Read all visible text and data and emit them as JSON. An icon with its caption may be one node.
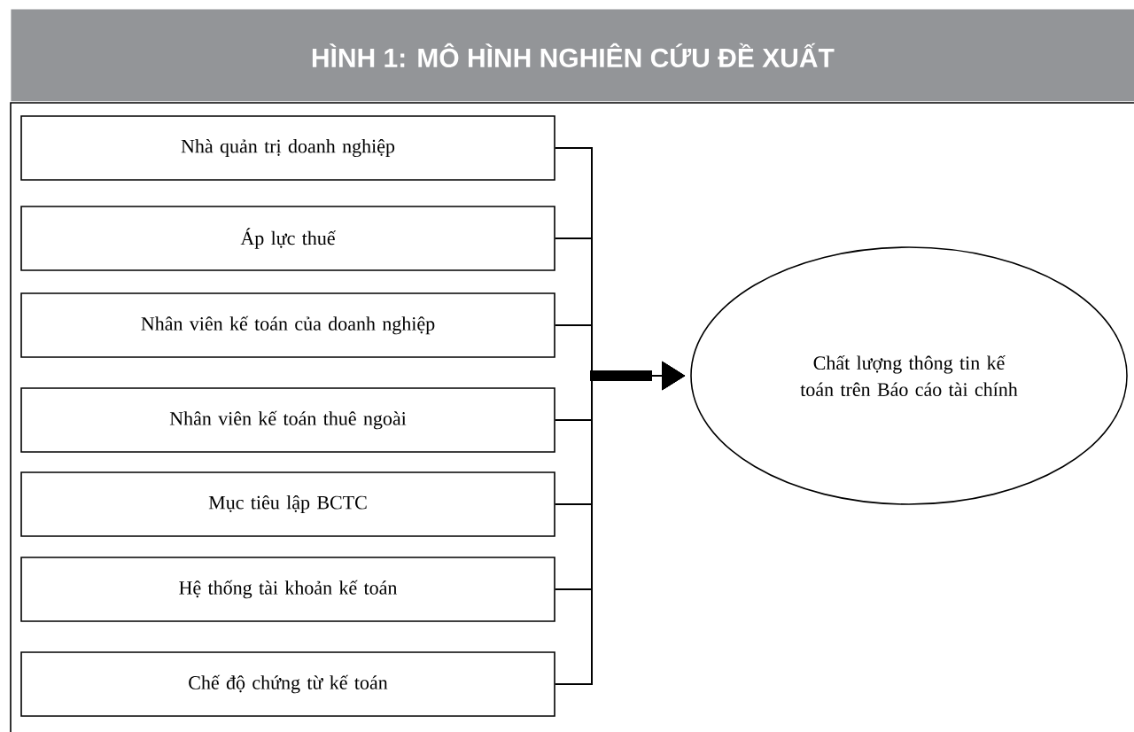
{
  "diagram": {
    "title": "HÌNH 1: MÔ HÌNH NGHIÊN CỨU ĐỀ XUẤT",
    "nodes": [
      {
        "text": [
          "Nhà quản trị doanh nghiệp"
        ]
      },
      {
        "text": [
          "Áp lực thuế"
        ]
      },
      {
        "text": [
          "Nhân viên kế toán của doanh nghiệp"
        ]
      },
      {
        "text": [
          "Nhân viên kế toán thuê ngoài"
        ]
      },
      {
        "text": [
          "Mục tiêu lập BCTC"
        ]
      },
      {
        "text": [
          "Hệ thống tài khoản kế toán"
        ]
      },
      {
        "text": [
          "Chế độ chứng từ kế toán"
        ]
      },
      {
        "text": [
          "Chất lượng thông tin kế toán trên Báo cáo tài chính"
        ]
      }
    ],
    "edges": [
      {
        "from": 0,
        "to": 7,
        "arrow": "to"
      },
      {
        "from": 1,
        "to": 7,
        "arrow": "to"
      },
      {
        "from": 2,
        "to": 7,
        "arrow": "to"
      },
      {
        "from": 3,
        "to": 7,
        "arrow": "to"
      },
      {
        "from": 4,
        "to": 7,
        "arrow": "to"
      },
      {
        "from": 5,
        "to": 7,
        "arrow": "to"
      },
      {
        "from": 6,
        "to": 7,
        "arrow": "to"
      }
    ]
  }
}
